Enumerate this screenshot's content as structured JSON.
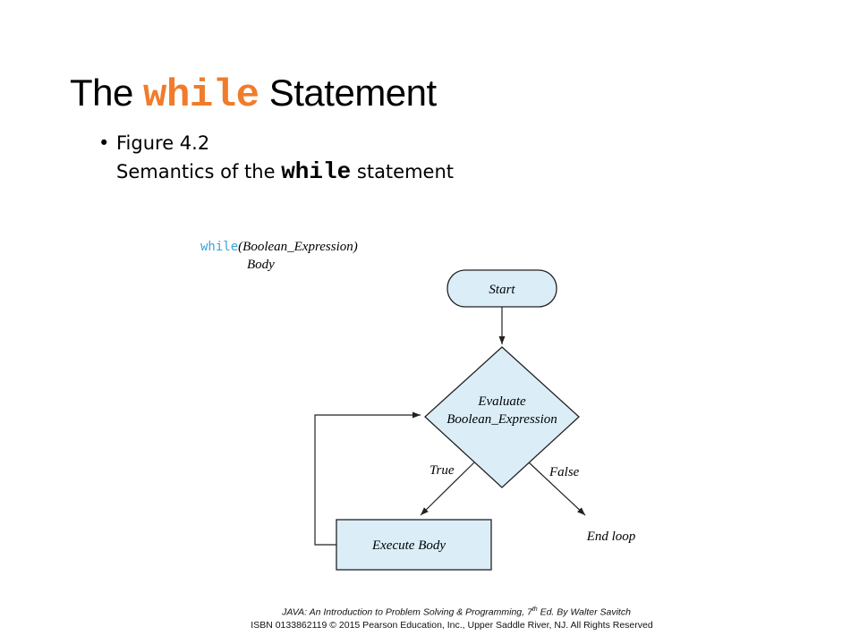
{
  "title": {
    "prefix": "The",
    "keyword": "while",
    "suffix": "Statement"
  },
  "bullet": {
    "line1": "Figure 4.2",
    "line2_prefix": "Semantics of the",
    "line2_keyword": "while",
    "line2_suffix": "statement"
  },
  "syntax": {
    "keyword": "while",
    "condition": "(Boolean_Expression)",
    "body": "Body"
  },
  "flowchart": {
    "start": "Start",
    "evaluate_line1": "Evaluate",
    "evaluate_line2": "Boolean_Expression",
    "true_label": "True",
    "false_label": "False",
    "execute": "Execute Body",
    "end": "End loop"
  },
  "footer": {
    "line1_a": "JAVA: An Introduction to Problem Solving & Programming, 7",
    "line1_sup": "th",
    "line1_b": " Ed. By Walter Savitch",
    "line2": "ISBN 0133862119 © 2015 Pearson Education, Inc., Upper Saddle River, NJ. All Rights Reserved"
  },
  "colors": {
    "keyword_orange": "#f07c2b",
    "code_blue": "#3aa3d8",
    "shape_fill": "#dbeef8"
  }
}
